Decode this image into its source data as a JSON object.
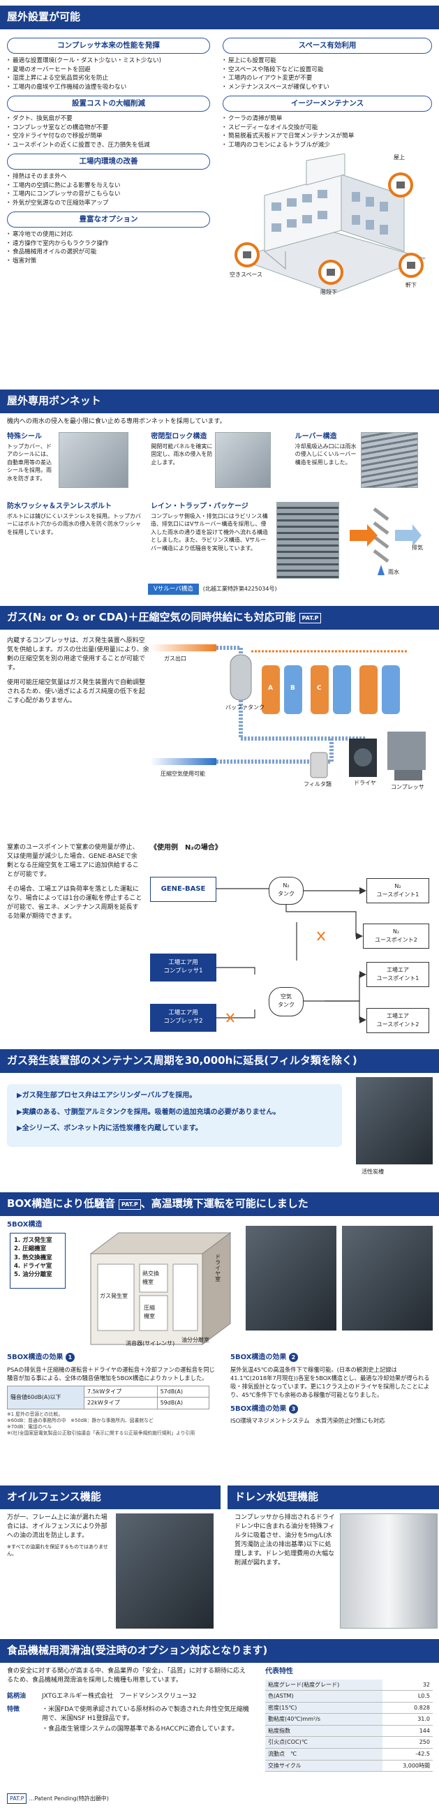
{
  "s1": {
    "title": "屋外設置が可能",
    "left": [
      {
        "head": "コンプレッサ本来の性能を発揮",
        "items": [
          "最適な設置環境(クール・ダスト少ない・ミスト少ない)",
          "夏場のオーバーヒートを回避",
          "湿度上昇による空気品質劣化を防止",
          "工場内の塵埃や工作機械の油煙を吸わない"
        ]
      },
      {
        "head": "設置コストの大幅削減",
        "items": [
          "ダクト、換気扇が不要",
          "コンプレッサ室などの構造物が不要",
          "空冷ドライヤ付なので移設が簡単",
          "ユースポイントの近くに設置でき、圧力損失を低減"
        ]
      },
      {
        "head": "工場内環境の改善",
        "items": [
          "排熱はそのまま外へ",
          "工場内の空調に熱による影響を与えない",
          "工場内にコンプレッサの音がこもらない",
          "外気が空気源なので圧縮効率アップ"
        ]
      },
      {
        "head": "豊富なオプション",
        "items": [
          "寒冷地での使用に対応",
          "遠方操作で室内からもラクラク操作",
          "食品機械用オイルの選択が可能",
          "塩害対策"
        ]
      }
    ],
    "right": [
      {
        "head": "スペース有効利用",
        "items": [
          "屋上にも設置可能",
          "空スペースや階段下などに設置可能",
          "工場内のレイアウト変更が不要",
          "メンテナンススペースが確保しやすい"
        ]
      },
      {
        "head": "イージーメンテナンス",
        "items": [
          "クーラの清掃が簡単",
          "スピーディーなオイル交換が可能",
          "簡易脱着式天板ドアで日常メンテナンスが簡単",
          "工場内のコモンによるトラブルが減少"
        ]
      }
    ],
    "bld": {
      "roof": "屋上",
      "empty": "空きスペース",
      "stairs": "階段下",
      "eaves": "軒下"
    }
  },
  "s2": {
    "title": "屋外専用ボンネット",
    "intro": "機内への雨水の侵入を最小限に食い止める専用ボンネットを採用しています。",
    "f1": {
      "t": "特殊シール",
      "d": "トップカバー、ドアのシールには、自動車用等の差込シールを採用。雨水を防ぎます。"
    },
    "f2": {
      "t": "密閉型ロック構造",
      "d": "開閉可能パネルを確実に固定し、雨水の侵入を防止します。"
    },
    "f3": {
      "t": "ルーバー構造",
      "d": "冷却風吸込み口には雨水の侵入しにくいルーバー構造を採用しました。"
    },
    "f4": {
      "t": "防水ワッシャ＆ステンレスボルト",
      "d": "ボルトには錆びにくいステンレスを採用。トップカバーにはボルト穴からの雨水の侵入を防ぐ防水ワッシャを採用しています。"
    },
    "f5": {
      "t": "レイン・トラップ・パッケージ",
      "d": "コンプレッサ側吸入・排気口にはラビリンス構造、排気口にはVサルーバー構造を採用し、侵入した雨水の通り道を設けて機外へ流れる構造としました。また、ラビリンス構造、Vサルーバー構造により低騒音を実現しています。",
      "tag": "Vサルーバ構造",
      "tagnote": "(北越工業特許第4225034号)",
      "exh": "排気",
      "rain": "雨水"
    }
  },
  "s3": {
    "title": "ガス(N₂ or O₂ or CDA)＋圧縮空気の同時供給にも対応可能",
    "pat": "PAT.P",
    "p1": "内蔵するコンプレッサは、ガス発生装置へ原料空気を供給します。ガスの仕出量(使用量)により、余剰の圧縮空気を別の用途で使用することが可能です。",
    "p2": "使用可能圧縮空気量はガス発生装置内で自動調整されるため、使い過ぎによるガス純度の低下を起こす心配がありません。",
    "labels": {
      "gas": "ガス出口",
      "tank": "バッファタンク",
      "air": "圧縮空気使用可能",
      "filter": "フィルタ類",
      "dryer": "ドライヤ",
      "comp": "コンプレッサ",
      "A": "A",
      "B": "B",
      "C": "C"
    },
    "p3": "窒素のユースポイントで窒素の使用量が停止、又は使用量が減少した場合、GENE-BASEで余剰となる圧縮空気を工場エアに追加供給することが可能です。",
    "p4": "その場合、工場エアは負荷率を落とした運転になり、場合によっては1台の運転を停止することが可能で、省エネ、メンテナンス周期を延長する効果が期待できます。",
    "ex": "《使用例　N₂の場合》",
    "flow": {
      "gb": "GENE-BASE",
      "n2tank": "N₂\nタンク",
      "up1": "N₂\nユースポイント1",
      "up2": "N₂\nユースポイント2",
      "c1": "工場エア用\nコンプレッサ1",
      "c2": "工場エア用\nコンプレッサ2",
      "airtank": "空気\nタンク",
      "fu1": "工場エア\nユースポイント1",
      "fu2": "工場エア\nユースポイント2"
    }
  },
  "s4": {
    "title": "ガス発生装置部のメンテナンス周期を30,000hに延長(フィルタ類を除く)",
    "items": [
      "ガス発生部プロセス弁はエアシリンダーバルブを採用。",
      "実績のある、寸胴型アルミタンクを採用。吸着剤の追加充填の必要がありません。",
      "全シリーズ、ボンネット内に活性炭槽を内蔵しています。"
    ],
    "cap": "活性炭槽"
  },
  "s5": {
    "title1": "BOX構造により低騒音",
    "pat": "PAT.P",
    "title2": "、高温環境下運転を可能にしました",
    "sub": "5BOX構造",
    "list": [
      "1. ガス発生室",
      "2. 圧縮機室",
      "3. 熱交換機室",
      "4. ドライヤ室",
      "5. 油分分離室"
    ],
    "box": {
      "gas": "ガス発生室",
      "heat": "熱交換\n機室",
      "comp": "圧縮\n機室",
      "dryer": "ドライヤ室",
      "oil": "油分分離室",
      "silencer": "消音器(サイレンサ)"
    },
    "e1t": "5BOX構造の効果",
    "e1n": "1",
    "e1d": "PSAの排気音＋圧縮機の運転音＋ドライヤの運転音＋冷却ファンの運転音を同じ騒音が加る事による、全体の騒音値増加を5BOX構造によりカットしました。",
    "tbl": {
      "h": "騒音値60dB(A)以下",
      "r1": "7.5kWタイプ",
      "v1": "57dB(A)",
      "r2": "22kWタイプ",
      "v2": "59dB(A)"
    },
    "notes": [
      "※1 屋外の音源との比較。",
      "※60dB：普通の事務所の中　※50dB：静かな事務所内、図書館など",
      "※70dB：電話のベル",
      "※(社)全国家庭電気製品公正取引協議会「表示に関する公正競争規約施行規則」より引用"
    ],
    "e2t": "5BOX構造の効果",
    "e2n": "2",
    "e2d": "屋外気温45℃の高温条件下で稼働可能。(日本の観測史上記録は41.1℃(2018年7月現在))各室を5BOX構造とし、最適な冷却効果が得られる吸・排気設計となっています。更に1クラス上のドライヤを採用したことにより、45℃条件下でも余裕のある稼働が可能となりました。",
    "e3t": "5BOX構造の効果",
    "e3n": "3",
    "e3d": "ISO環境マネジメントシステム　水質汚染防止対策にも対応"
  },
  "s6": {
    "t": "オイルフェンス機能",
    "d": "万が一、フレーム上に油が漏れた場合には、オイルフェンスにより外部への油の流出を防止します。",
    "n": "※すべての油漏れを保証するものではありません。"
  },
  "s7": {
    "t": "ドレン水処理機能",
    "d": "コンプレッサから排出されるドライドレン中に含まれる油分を特殊フィルタに吸着させ、油分を5mg/L(水質汚濁防止法の排出基準)以下に処理します。ドレン処理費用の大幅な削減が図れます。"
  },
  "s8": {
    "title": "食品機械用潤滑油(受注時のオプション対応となります)",
    "intro": "食の安全に対する関心が高まる中、食品業界の「安全」、「品質」に対する期待に応えるため、食品機械用潤滑油を採用した機種も用意しています。",
    "brand_l": "銘柄油",
    "brand": "JXTGエネルギー株式会社　フードマシンスクリュー32",
    "feat_l": "特徴",
    "feats": [
      "米国FDAで使用承認されている原材料のみで製造された弁性空気圧縮機用で、米国NSF H1登録品です。",
      "食品衛生管理システムの国際基準であるHACCPに適合しています。"
    ],
    "props_t": "代表特性",
    "props": [
      [
        "粘度グレード(粘度グレード)",
        "32"
      ],
      [
        "色(ASTM)",
        "L0.5"
      ],
      [
        "密度(15℃)",
        "0.828"
      ],
      [
        "動粘度(40℃)mm²/s",
        "31.0"
      ],
      [
        "粘度指数",
        "144"
      ],
      [
        "引火点(COC)℃",
        "250"
      ],
      [
        "流動点　℃",
        "-42.5"
      ],
      [
        "交換サイクル",
        "3,000時間"
      ]
    ]
  },
  "foot": {
    "pat": "PAT.P",
    "text": "…Patent Pending(特許出願中)"
  }
}
